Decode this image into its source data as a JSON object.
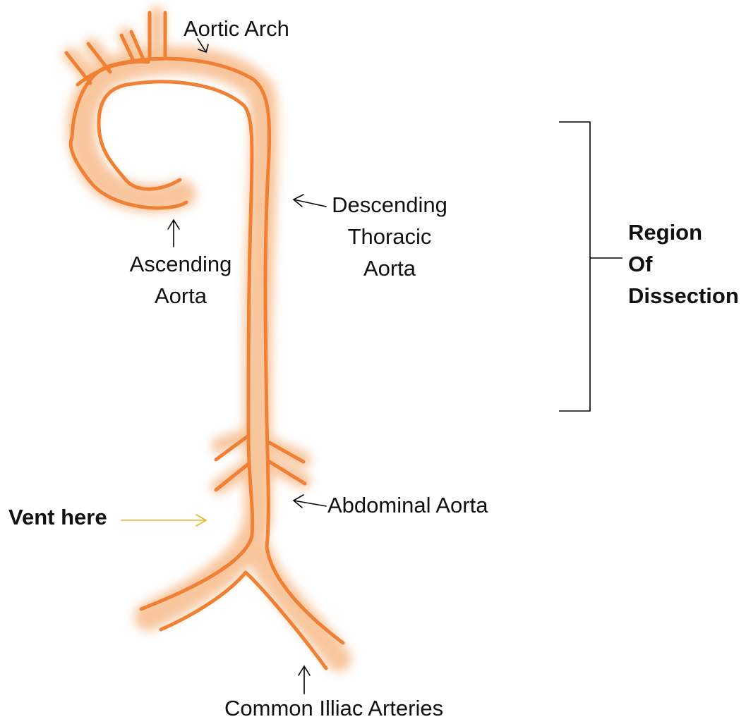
{
  "colors": {
    "vessel": "#f08033",
    "glow": "#f6b37d",
    "arrow": "#000000",
    "vent_arrow": "#f0b020",
    "text": "#111111"
  },
  "labels": {
    "aortic_arch": "Aortic Arch",
    "ascending_aorta": [
      "Ascending",
      "Aorta"
    ],
    "descending_thoracic_aorta": [
      "Descending",
      "Thoracic",
      "Aorta"
    ],
    "region_of_dissection": [
      "Region",
      "Of",
      "Dissection"
    ],
    "abdominal_aorta": "Abdominal Aorta",
    "vent_here": "Vent here",
    "common_iliac_arteries": "Common Illiac Arteries"
  }
}
